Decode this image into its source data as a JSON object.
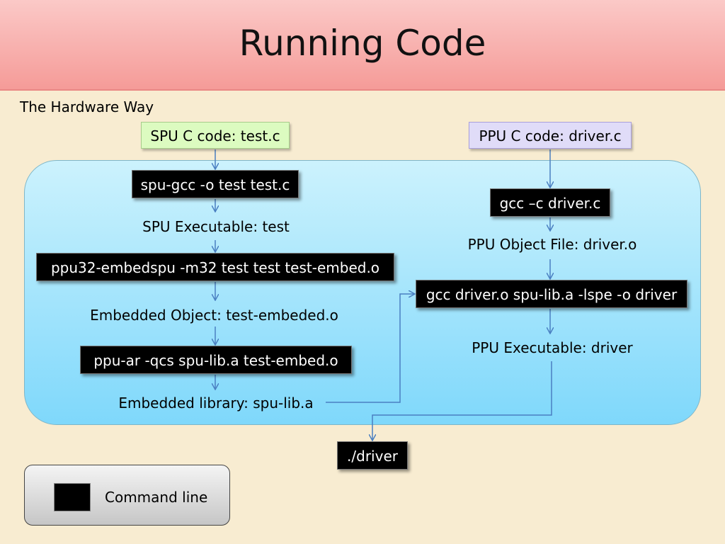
{
  "slide": {
    "title": "Running Code",
    "subtitle": "The Hardware Way"
  },
  "spu_flow": {
    "source": "SPU C code: test.c",
    "compile_cmd": "spu-gcc -o test test.c",
    "executable": "SPU Executable: test",
    "embed_cmd": "ppu32-embedspu -m32 test test test-embed.o",
    "embedded_object": "Embedded Object: test-embeded.o",
    "archive_cmd": "ppu-ar -qcs spu-lib.a test-embed.o",
    "embedded_library": "Embedded library: spu-lib.a"
  },
  "ppu_flow": {
    "source": "PPU C code: driver.c",
    "compile_cmd": "gcc –c driver.c",
    "object_file": "PPU Object File: driver.o",
    "link_cmd": "gcc driver.o spu-lib.a -lspe -o driver",
    "executable": "PPU Executable: driver"
  },
  "run_cmd": "./driver",
  "legend": {
    "label": "Command line"
  },
  "colors": {
    "title_bar": "#f59b98",
    "background": "#f8ecd1",
    "panel": "#7fd8fb",
    "spu_source": "#dcfbc0",
    "ppu_source": "#e0dcf8",
    "command_box": "#000000",
    "arrow": "#4a7fc1"
  }
}
